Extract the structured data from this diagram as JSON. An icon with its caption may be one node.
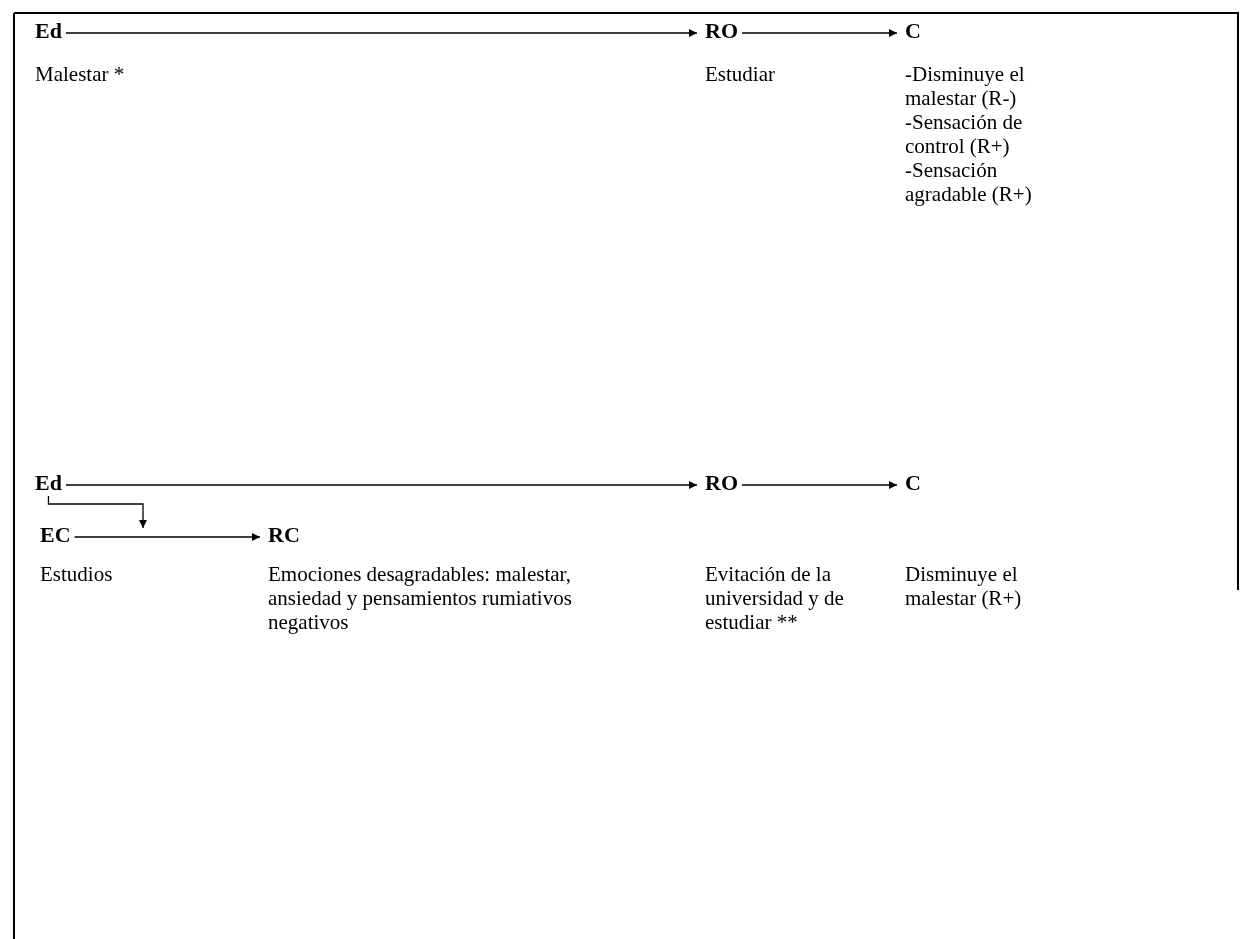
{
  "diagram": {
    "nodes": [
      {
        "text": [
          "Ed"
        ],
        "beside": [
          "Malestar *"
        ]
      },
      {
        "text": [
          "RO"
        ],
        "beside": [
          "Estudiar"
        ]
      },
      {
        "text": [
          "C"
        ],
        "beside": [
          "-Disminuye el malestar (R-)",
          "-Sensación de control (R+)",
          "-Sensación agradable (R+)"
        ]
      },
      {
        "text": [
          "Ed"
        ]
      },
      {
        "text": [
          "RO"
        ],
        "beside": [
          "Evitación de la universidad y de estudiar **"
        ]
      },
      {
        "text": [
          "C"
        ],
        "beside": [
          "Disminuye el malestar (R+)"
        ]
      },
      {
        "text": [
          "EC"
        ],
        "beside": [
          "Estudios"
        ]
      },
      {
        "text": [
          "RC"
        ],
        "beside": [
          "Emociones desagradables: malestar, ansiedad y pensamientos rumiativos negativos"
        ]
      }
    ],
    "edges": [
      {
        "from": 0,
        "to": 1,
        "arrow": "to"
      },
      {
        "from": 1,
        "to": 2,
        "arrow": "to"
      },
      {
        "from": 3,
        "to": 4,
        "arrow": "to"
      },
      {
        "from": 4,
        "to": 5,
        "arrow": "to"
      },
      {
        "from": 6,
        "to": 7,
        "arrow": "to"
      },
      {
        "from": 3,
        "to": 6,
        "arrow": "to"
      }
    ]
  }
}
